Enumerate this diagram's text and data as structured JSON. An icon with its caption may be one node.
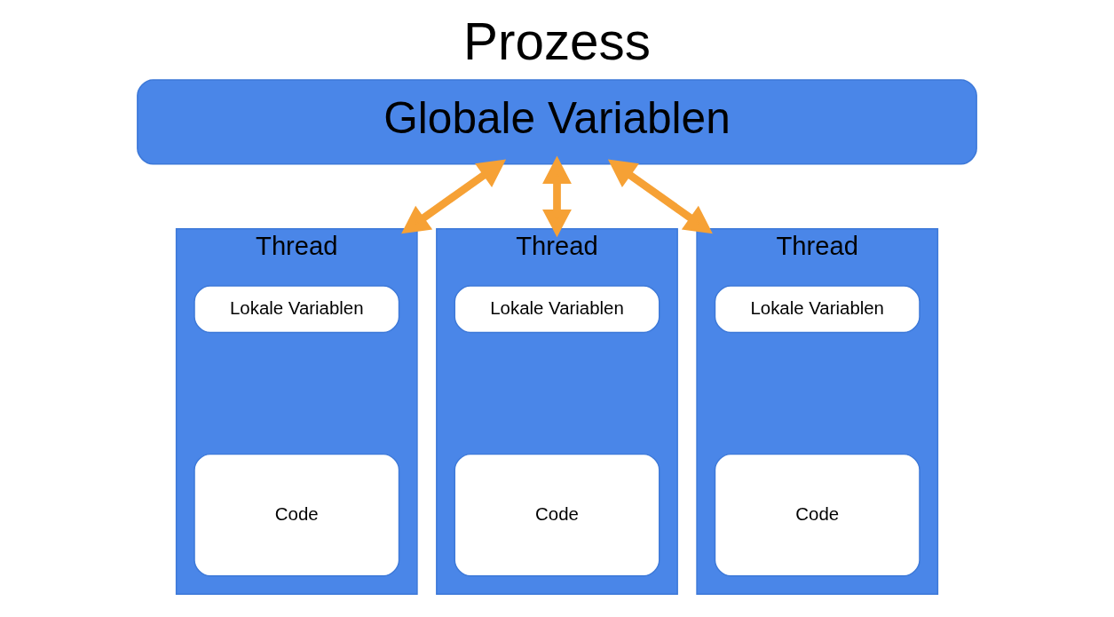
{
  "diagram": {
    "title": "Prozess",
    "nodes": [
      {
        "text": [
          "Globale Variablen"
        ]
      },
      {
        "text": [
          "Thread"
        ]
      },
      {
        "text": [
          "Lokale Variablen"
        ],
        "in": 1
      },
      {
        "text": [
          "Code"
        ],
        "in": 1
      },
      {
        "text": [
          "Thread"
        ]
      },
      {
        "text": [
          "Lokale Variablen"
        ],
        "in": 4
      },
      {
        "text": [
          "Code"
        ],
        "in": 4
      },
      {
        "text": [
          "Thread"
        ]
      },
      {
        "text": [
          "Lokale Variablen"
        ],
        "in": 7
      },
      {
        "text": [
          "Code"
        ],
        "in": 7
      }
    ],
    "edges": [
      {
        "from": 0,
        "to": 1,
        "arrow": "both"
      },
      {
        "from": 0,
        "to": 4,
        "arrow": "both"
      },
      {
        "from": 0,
        "to": 7,
        "arrow": "both"
      }
    ]
  }
}
